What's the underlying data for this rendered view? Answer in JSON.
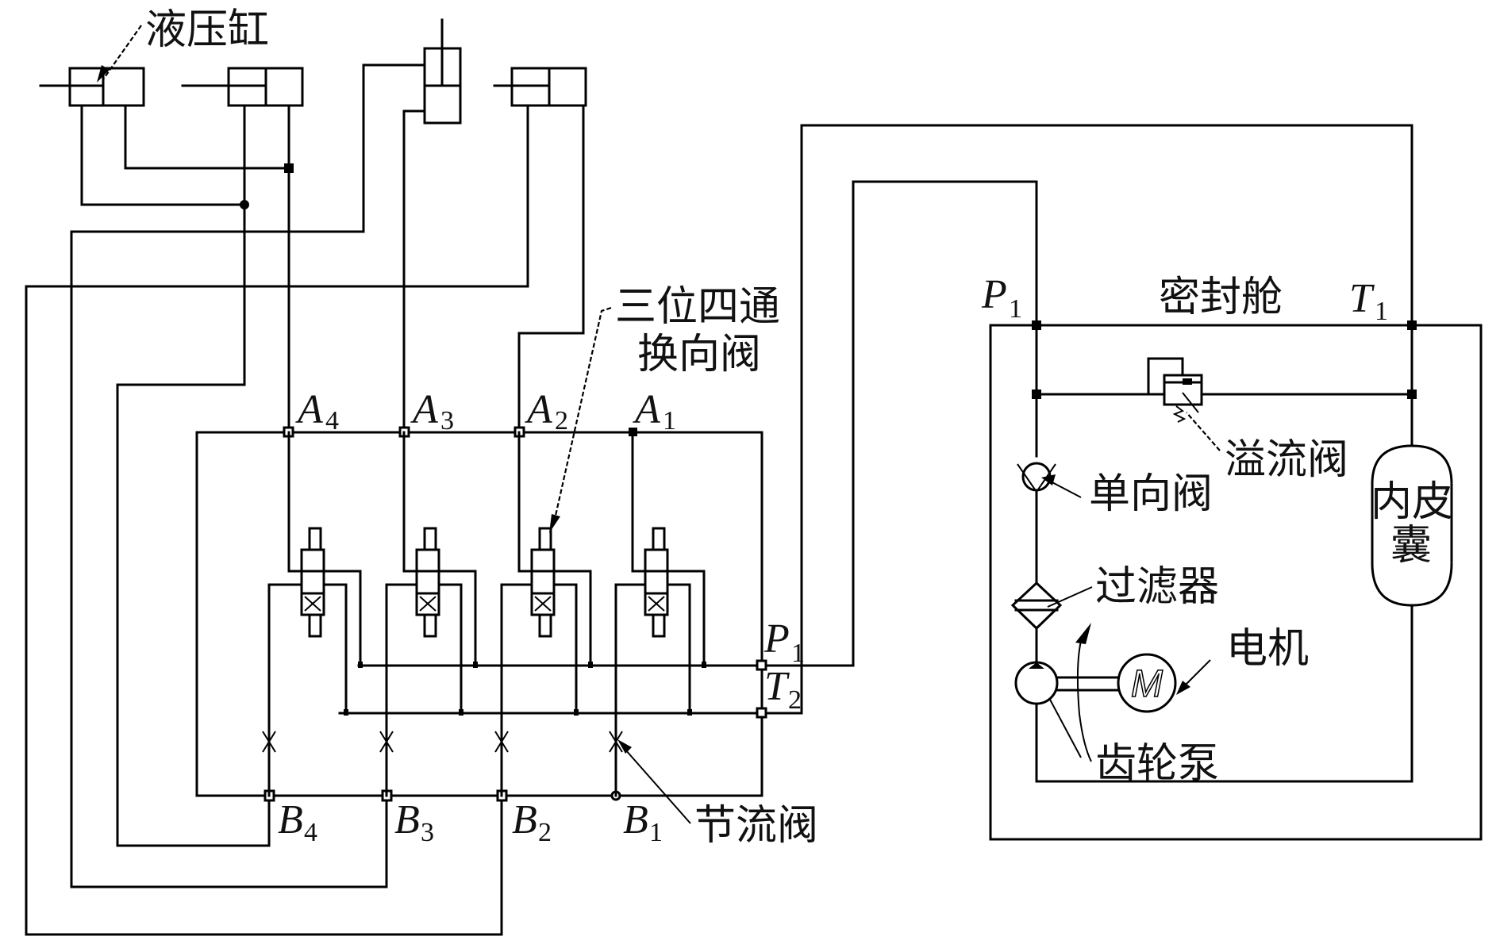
{
  "diagram": {
    "type": "hydraulic-schematic",
    "labels": {
      "hydraulic_cylinder": "液压缸",
      "directional_valve_line1": "三位四通",
      "directional_valve_line2": "换向阀",
      "throttle_valve": "节流阀",
      "sealed_cabin": "密封舱",
      "relief_valve": "溢流阀",
      "check_valve": "单向阀",
      "filter": "过滤器",
      "motor": "电机",
      "gear_pump": "齿轮泵",
      "bladder_line1": "内皮",
      "bladder_line2": "囊",
      "motor_symbol": "M"
    },
    "ports": {
      "A4": {
        "letter": "A",
        "sub": "4"
      },
      "A3": {
        "letter": "A",
        "sub": "3"
      },
      "A2": {
        "letter": "A",
        "sub": "2"
      },
      "A1": {
        "letter": "A",
        "sub": "1"
      },
      "B4": {
        "letter": "B",
        "sub": "4"
      },
      "B3": {
        "letter": "B",
        "sub": "3"
      },
      "B2": {
        "letter": "B",
        "sub": "2"
      },
      "B1": {
        "letter": "B",
        "sub": "1"
      },
      "P1_block": {
        "letter": "P",
        "sub": "1"
      },
      "T2": {
        "letter": "T",
        "sub": "2"
      },
      "P1_cabin": {
        "letter": "P",
        "sub": "1"
      },
      "T1": {
        "letter": "T",
        "sub": "1"
      }
    },
    "components": {
      "cylinders": 4,
      "directional_valves": 4,
      "throttle_valves": 4
    }
  }
}
